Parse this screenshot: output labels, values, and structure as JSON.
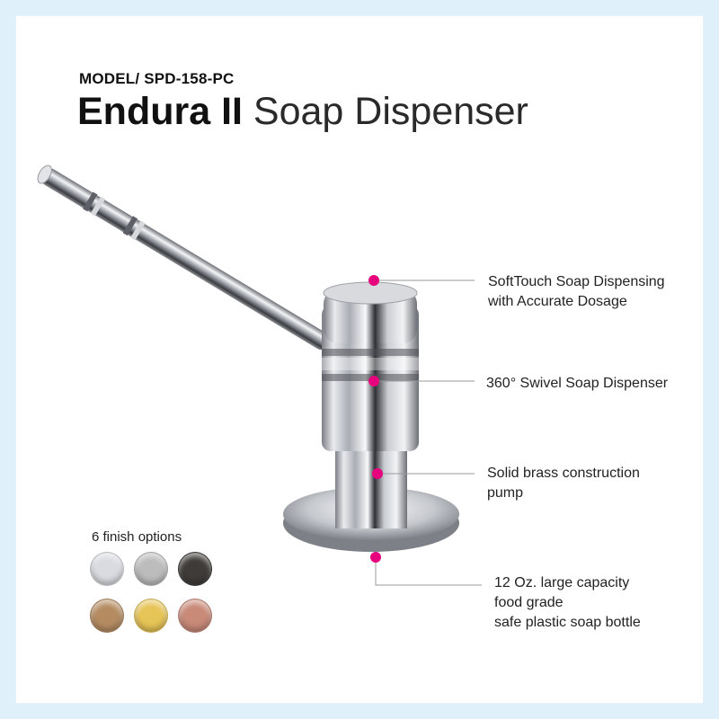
{
  "header": {
    "model": "MODEL/ SPD-158-PC",
    "title_bold": "Endura II",
    "title_light": "Soap Dispenser"
  },
  "callouts": [
    {
      "lines": [
        "SoftTouch Soap Dispensing",
        "with Accurate Dosage"
      ]
    },
    {
      "lines": [
        "360° Swivel Soap Dispenser"
      ]
    },
    {
      "lines": [
        "Solid brass construction",
        "pump"
      ]
    },
    {
      "lines": [
        "12 Oz. large capacity",
        "food grade",
        "safe plastic soap bottle"
      ]
    }
  ],
  "finishes": {
    "label": "6 finish options",
    "swatches": [
      {
        "name": "polished-chrome",
        "color": "#d9dbe0"
      },
      {
        "name": "brushed-nickel",
        "color": "#bcbcbc"
      },
      {
        "name": "oil-rubbed-bronze",
        "color": "#3e3b38"
      },
      {
        "name": "brushed-brass",
        "color": "#b58c62"
      },
      {
        "name": "polished-brass",
        "color": "#e6c456"
      },
      {
        "name": "rose-gold",
        "color": "#c98a78"
      }
    ]
  },
  "colors": {
    "accent": "#e6007e",
    "background": "#dff0fa"
  }
}
